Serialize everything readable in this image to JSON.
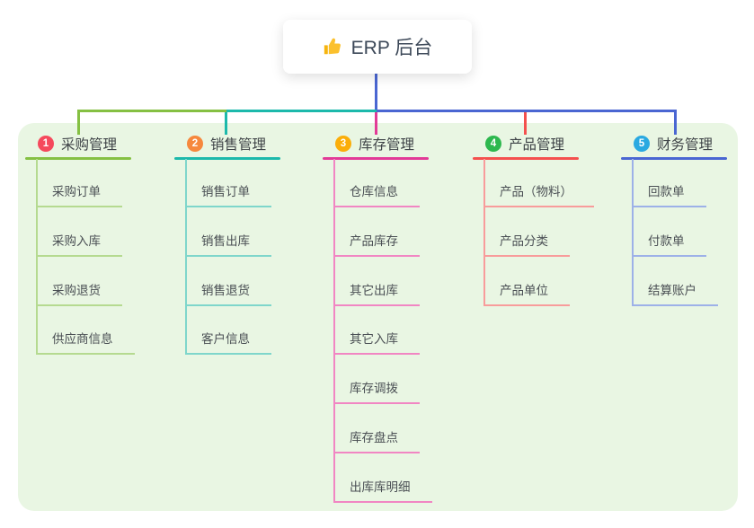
{
  "root": {
    "icon": "thumbs-up",
    "label": "ERP 后台"
  },
  "connector_color": "#4a66d2",
  "panel_color": "#e9f6e3",
  "branches": [
    {
      "number": "1",
      "label": "采购管理",
      "badge_color": "#f5495c",
      "line_color": "#85c043",
      "child_line_color": "#b5da90",
      "children": [
        "采购订单",
        "采购入库",
        "采购退货",
        "供应商信息"
      ]
    },
    {
      "number": "2",
      "label": "销售管理",
      "badge_color": "#f6883d",
      "line_color": "#1cb9ab",
      "child_line_color": "#7fd6cb",
      "children": [
        "销售订单",
        "销售出库",
        "销售退货",
        "客户信息"
      ]
    },
    {
      "number": "3",
      "label": "库存管理",
      "badge_color": "#fbae09",
      "line_color": "#e23a97",
      "child_line_color": "#f186c3",
      "children": [
        "仓库信息",
        "产品库存",
        "其它出库",
        "其它入库",
        "库存调拨",
        "库存盘点",
        "出库库明细"
      ]
    },
    {
      "number": "4",
      "label": "产品管理",
      "badge_color": "#2db84e",
      "line_color": "#f4504e",
      "child_line_color": "#f89c9b",
      "children": [
        "产品（物料）",
        "产品分类",
        "产品单位"
      ]
    },
    {
      "number": "5",
      "label": "财务管理",
      "badge_color": "#2aa9e1",
      "line_color": "#4a66d2",
      "child_line_color": "#9db1e8",
      "children": [
        "回款单",
        "付款单",
        "结算账户"
      ]
    }
  ]
}
